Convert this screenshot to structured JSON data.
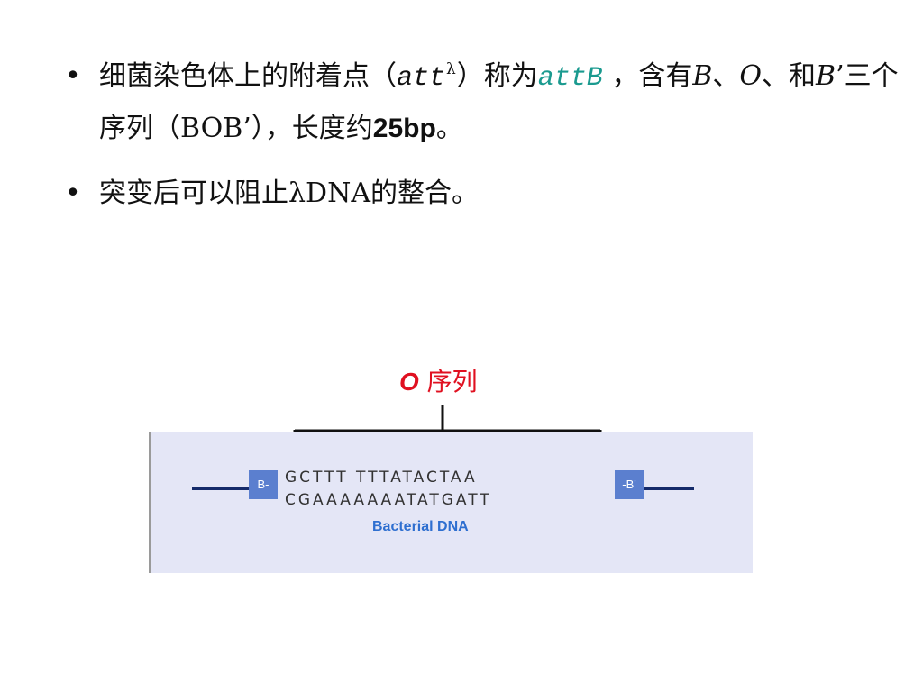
{
  "bullets": [
    {
      "marker": "•",
      "seg1": "细菌染色体上的附着点（",
      "att": "att",
      "lambda_sup": "λ",
      "seg2": "）称为",
      "attB": "attB",
      "seg3": " ，含有",
      "b1": "B",
      "sep1": "、",
      "o1": "O",
      "sep2": "、和",
      "b2": "B",
      "seg4": "’三个序列（BOB’），长度约",
      "bp": "25bp",
      "end": "。"
    },
    {
      "marker": "•",
      "text": "突变后可以阻止λDNA的整合。"
    }
  ],
  "diagram": {
    "o_label_letter": "O",
    "o_label_text": " 序列",
    "left_box": "B-",
    "right_box": "-B'",
    "top_strand": "GCTTT TTTATACTAA",
    "bottom_strand": "CGAAAAAAATATGATT",
    "bottom_label": "Bacterial DNA"
  },
  "colors": {
    "accent_teal": "#1a9a8f",
    "label_red": "#e01020",
    "panel_bg": "#e4e6f6",
    "box_blue": "#5b7fcf",
    "line_navy": "#142a6a",
    "label_blue": "#2e6fd0"
  }
}
